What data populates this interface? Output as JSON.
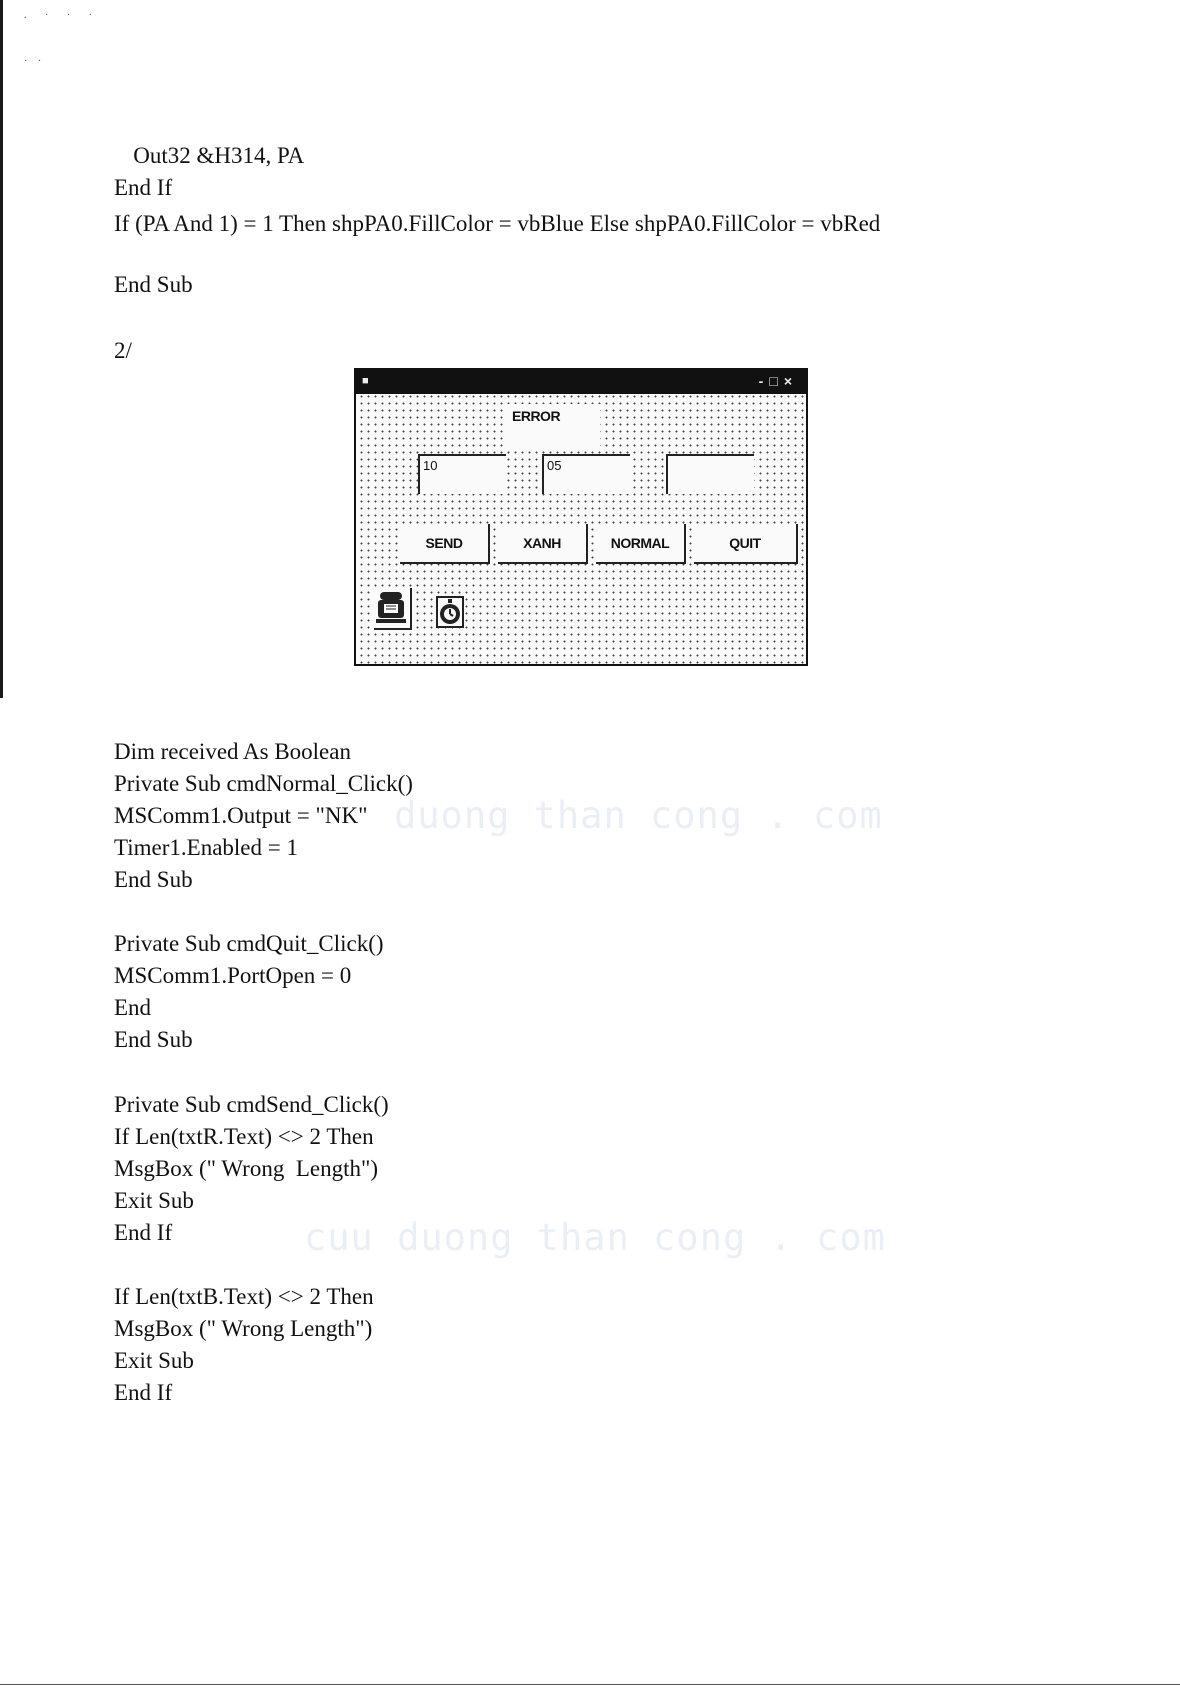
{
  "code_top": [
    "   Out32 &H314, PA",
    "End If",
    "If (PA And 1) = 1 Then shpPA0.FillColor = vbBlue Else shpPA0.FillColor = vbRed",
    "End Sub",
    "2/"
  ],
  "form": {
    "error_label": "ERROR",
    "textbox_values": [
      "10",
      "05",
      ""
    ],
    "buttons": [
      "SEND",
      "XANH",
      "NORMAL",
      "QUIT"
    ]
  },
  "code_bottom": [
    "Dim received As Boolean",
    "Private Sub cmdNormal_Click()",
    "MSComm1.Output = \"NK\"",
    "Timer1.Enabled = 1",
    "End Sub",
    "Private Sub cmdQuit_Click()",
    "MSComm1.PortOpen = 0",
    "End",
    "End Sub",
    "Private Sub cmdSend_Click()",
    "If Len(txtR.Text) <> 2 Then",
    "MsgBox (\" Wrong  Length\")",
    "Exit Sub",
    "End If",
    "If Len(txtB.Text) <> 2 Then",
    "MsgBox (\" Wrong Length\")",
    "Exit Sub",
    "End If"
  ],
  "watermarks": [
    "duong than cong . com",
    "cuu duong than cong . com"
  ]
}
